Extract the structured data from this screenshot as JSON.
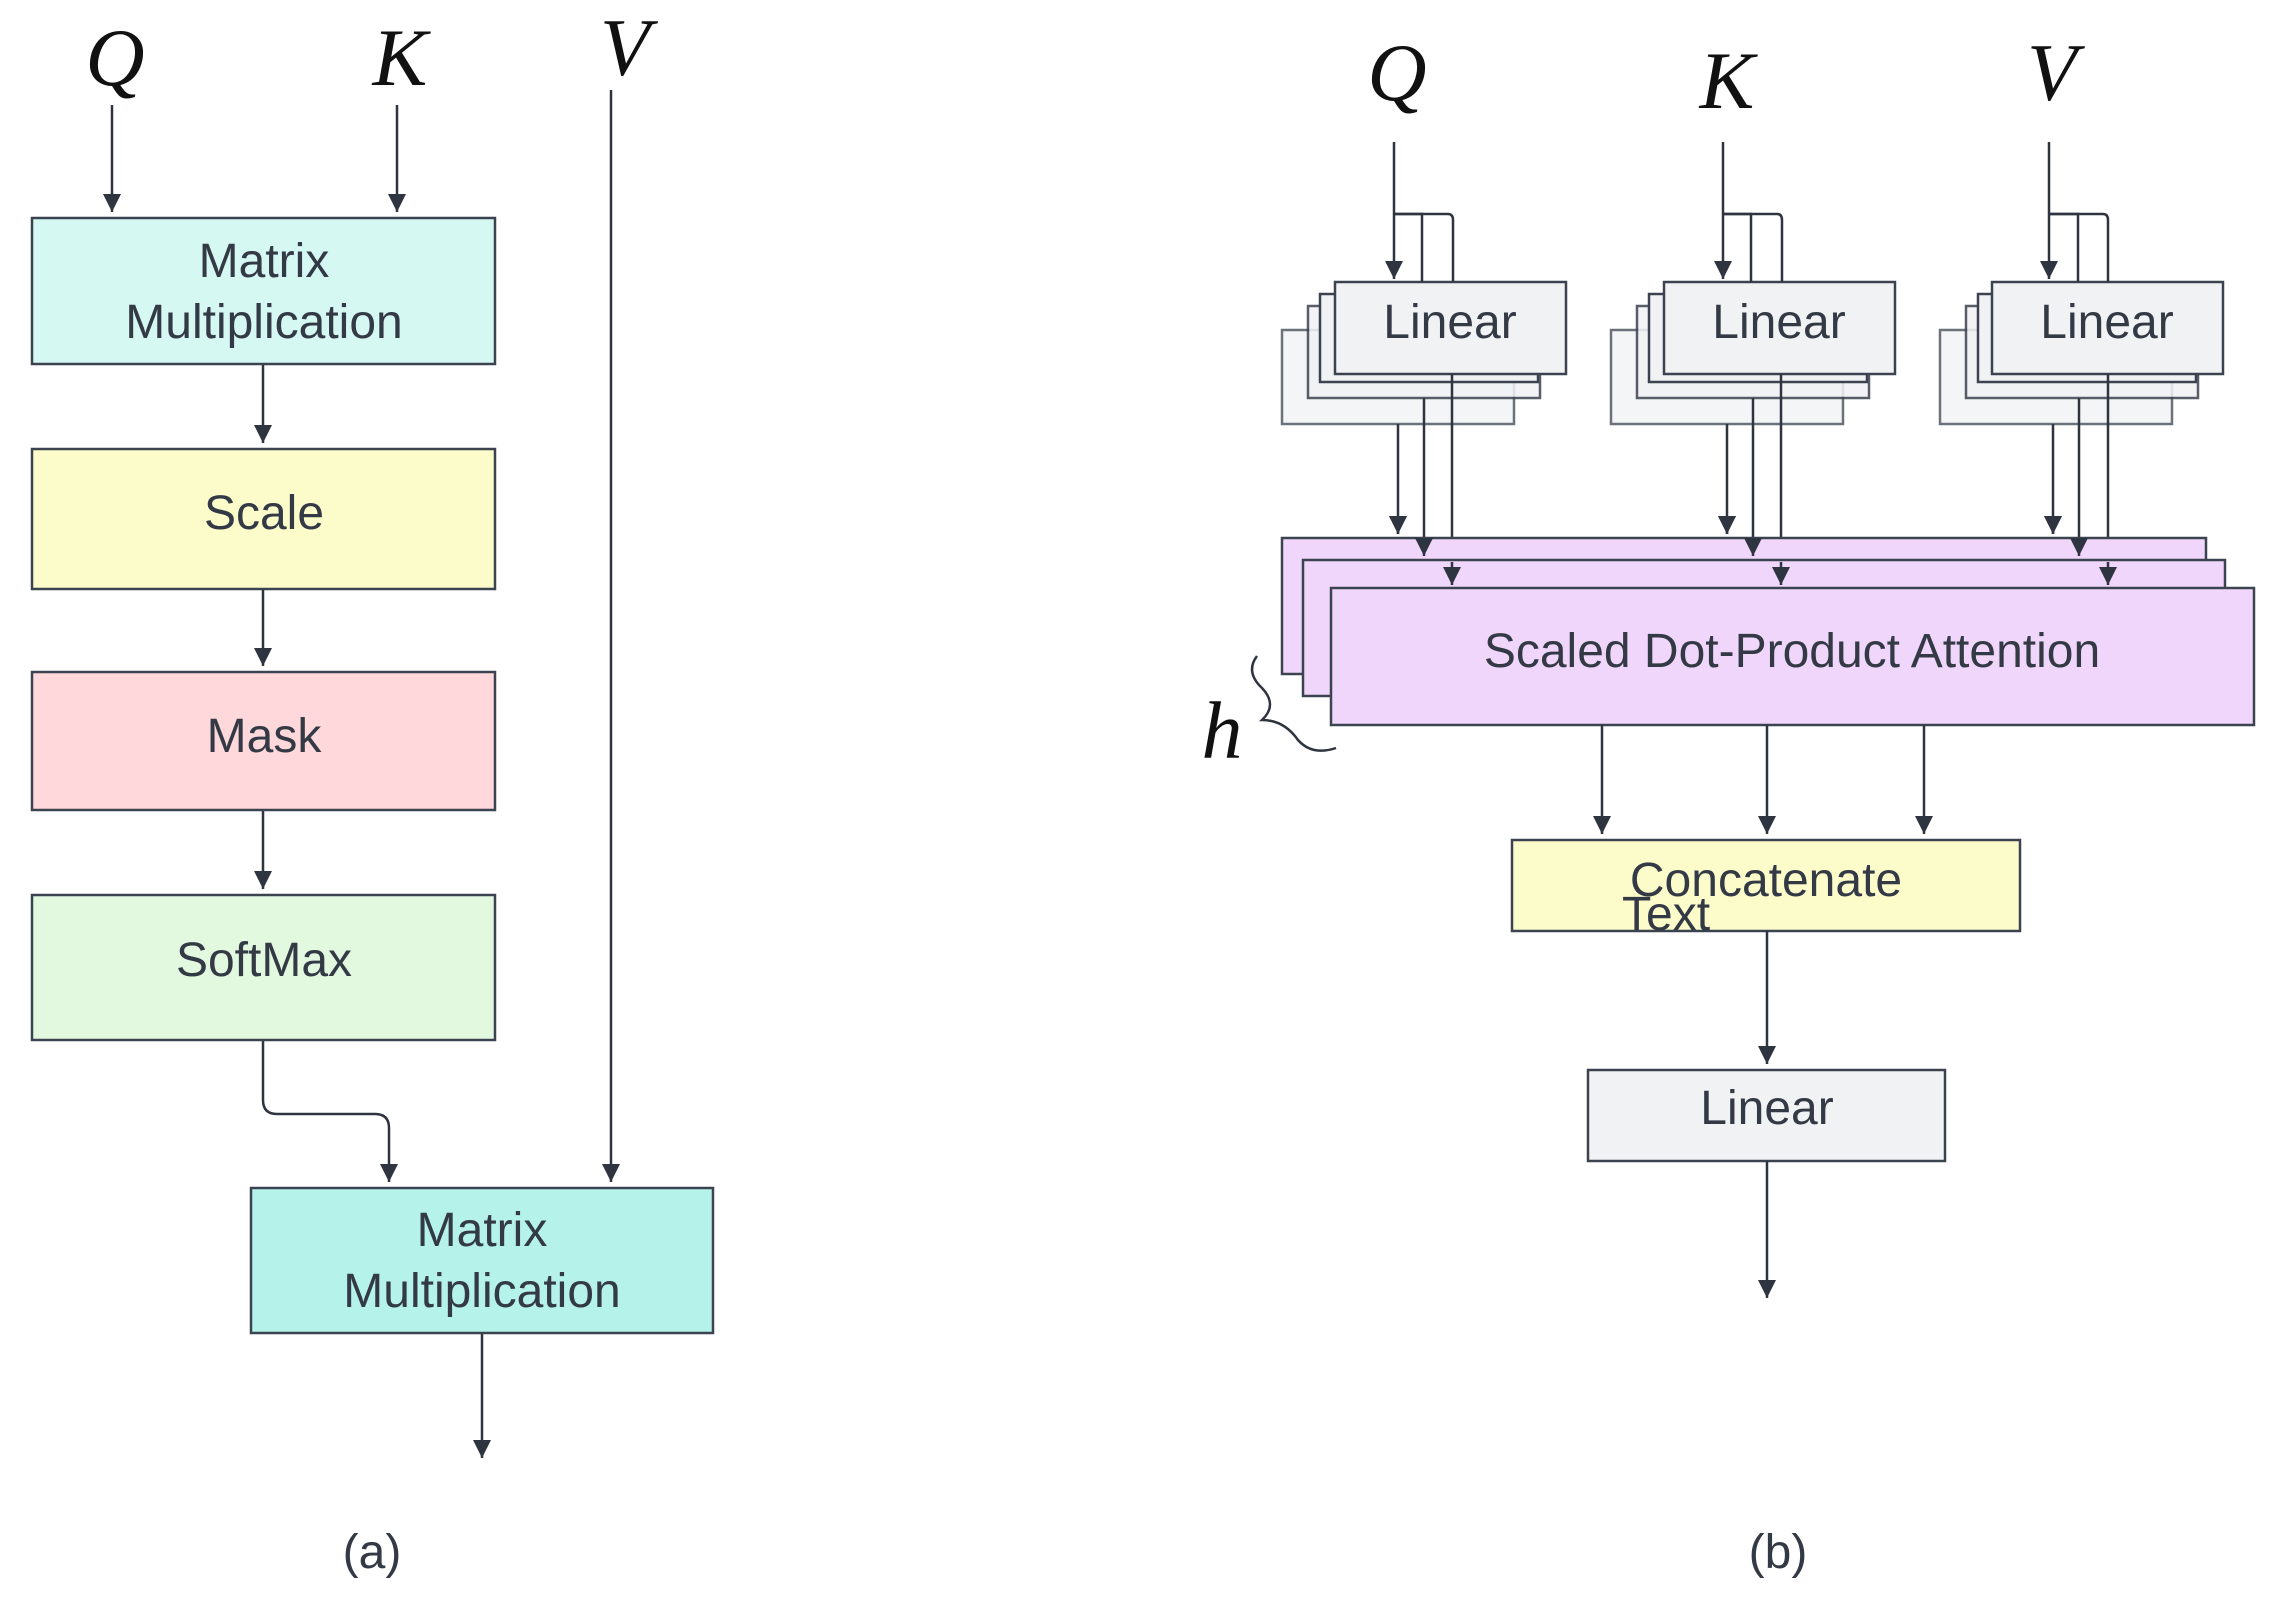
{
  "colors": {
    "matmul": "#d5f8f2",
    "matmul_dark": "#b4f2ea",
    "scale": "#fcfbca",
    "mask": "#fed8da",
    "softmax": "#e3f9df",
    "linear": "#f1f2f4",
    "attention": "#f1d6fb",
    "concat": "#fcfbca",
    "arrow": "#2f3540"
  },
  "panel_a": {
    "inputs": {
      "q": "Q",
      "k": "K",
      "v": "V"
    },
    "matmul1": {
      "line1": "Matrix",
      "line2": "Multiplication"
    },
    "scale": "Scale",
    "mask": "Mask",
    "softmax": "SoftMax",
    "matmul2": {
      "line1": "Matrix",
      "line2": "Multiplication"
    },
    "caption": "(a)"
  },
  "panel_b": {
    "inputs": {
      "q": "Q",
      "k": "K",
      "v": "V"
    },
    "linear_q": "Linear",
    "linear_k": "Linear",
    "linear_v": "Linear",
    "attention": "Scaled Dot-Product Attention",
    "heads": "h",
    "concat": {
      "line1": "Concatenate",
      "line2": "Text"
    },
    "linear_out": "Linear",
    "caption": "(b)"
  }
}
